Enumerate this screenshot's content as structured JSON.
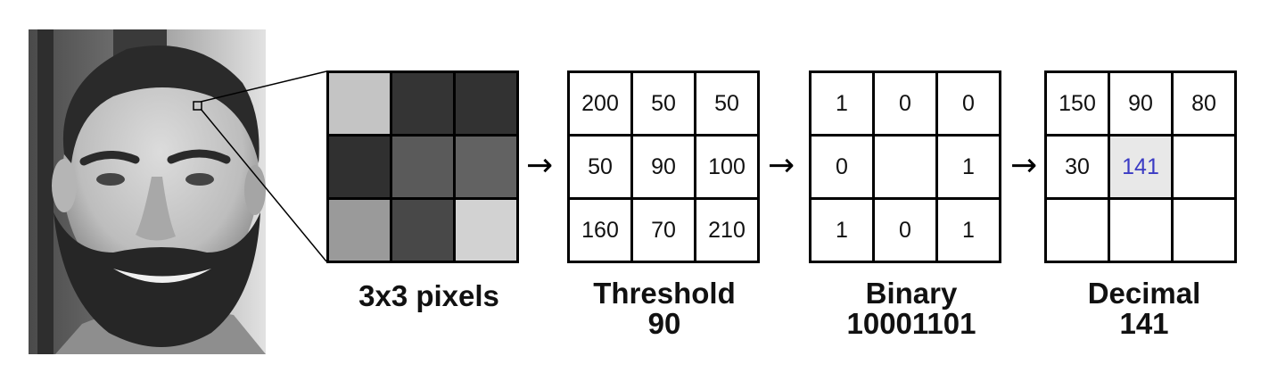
{
  "pixels": {
    "caption": "3x3 pixels",
    "shades": [
      "#c4c4c4",
      "#343434",
      "#323232",
      "#303030",
      "#5a5a5a",
      "#626262",
      "#9a9a9a",
      "#484848",
      "#d2d2d2"
    ]
  },
  "threshold": {
    "title": "Threshold",
    "value": "90",
    "cells": [
      "200",
      "50",
      "50",
      "50",
      "90",
      "100",
      "160",
      "70",
      "210"
    ]
  },
  "binary": {
    "title": "Binary",
    "value": "10001101",
    "cells": [
      "1",
      "0",
      "0",
      "0",
      "",
      "1",
      "1",
      "0",
      "1"
    ]
  },
  "decimal": {
    "title": "Decimal",
    "value": "141",
    "cells": [
      "150",
      "90",
      "80",
      "30",
      "141",
      "",
      "",
      "",
      ""
    ],
    "highlight_color": "#3b3bc4"
  },
  "arrow_icon": "right-arrow-icon"
}
